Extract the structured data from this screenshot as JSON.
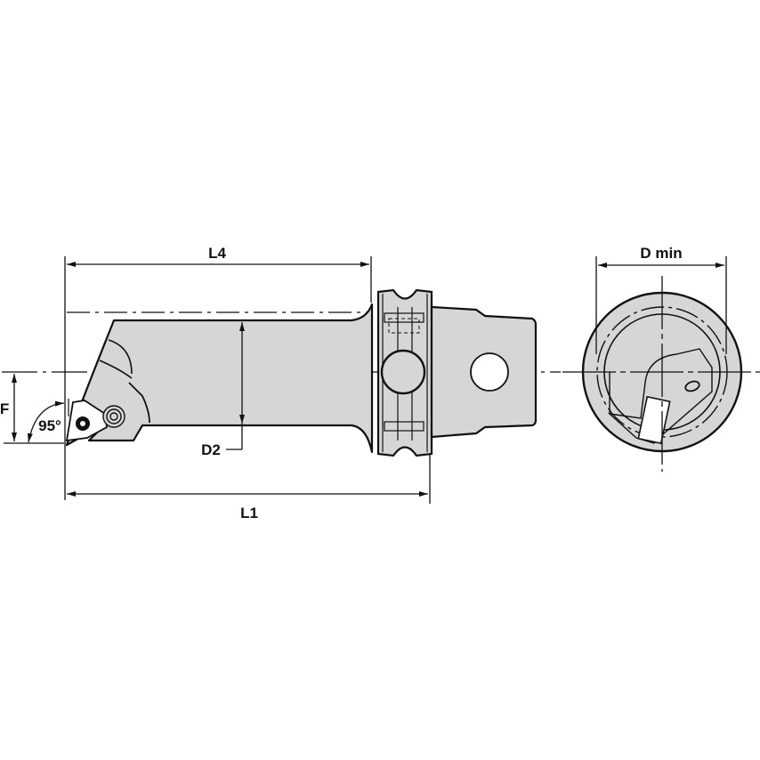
{
  "drawing": {
    "subject": "boring bar tool holder with polygonal taper shank",
    "colors": {
      "fill": "#d6d6d6",
      "stroke": "#111111",
      "background": "#ffffff",
      "hole": "#ffffff"
    },
    "views": {
      "side": {
        "dimensions": {
          "L4": {
            "label": "L4"
          },
          "L1": {
            "label": "L1"
          },
          "D2": {
            "label": "D2"
          },
          "F": {
            "label": "F"
          },
          "angle": {
            "label": "95°"
          }
        }
      },
      "end": {
        "dimensions": {
          "Dmin": {
            "label": "D min"
          }
        }
      }
    }
  }
}
